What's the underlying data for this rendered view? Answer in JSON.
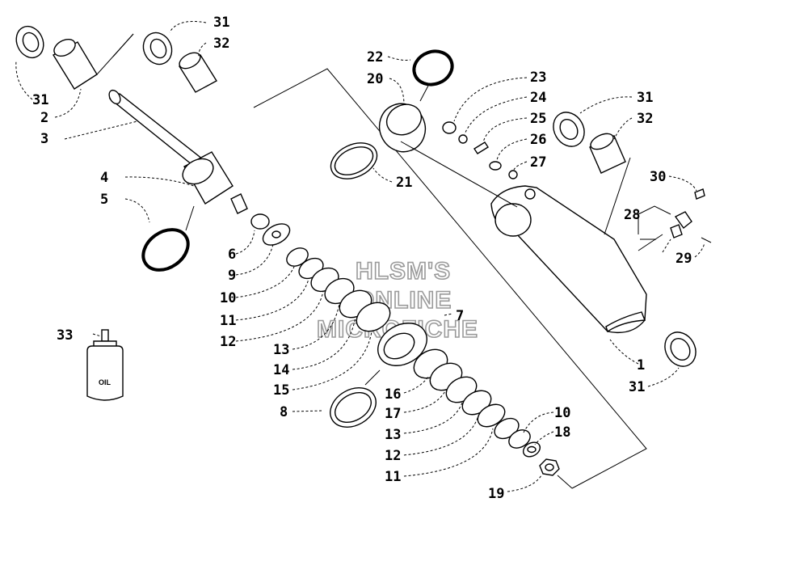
{
  "watermark": [
    "HLSM'S",
    "ONLINE",
    "MICROFICHE"
  ],
  "oil_bottle_label": "OIL",
  "labels": {
    "l31a": "31",
    "l32a": "32",
    "l31b": "31",
    "l2": "2",
    "l3": "3",
    "l4": "4",
    "l5": "5",
    "l6": "6",
    "l9": "9",
    "l10a": "10",
    "l11a": "11",
    "l12a": "12",
    "l13a": "13",
    "l14": "14",
    "l15": "15",
    "l8": "8",
    "l7": "7",
    "l33": "33",
    "l22": "22",
    "l20": "20",
    "l21": "21",
    "l23": "23",
    "l24": "24",
    "l25": "25",
    "l26": "26",
    "l27": "27",
    "l31c": "31",
    "l32b": "32",
    "l30": "30",
    "l28": "28",
    "l29": "29",
    "l1": "1",
    "l31d": "31",
    "l16": "16",
    "l17": "17",
    "l13b": "13",
    "l12b": "12",
    "l11b": "11",
    "l10b": "10",
    "l18": "18",
    "l19": "19"
  }
}
